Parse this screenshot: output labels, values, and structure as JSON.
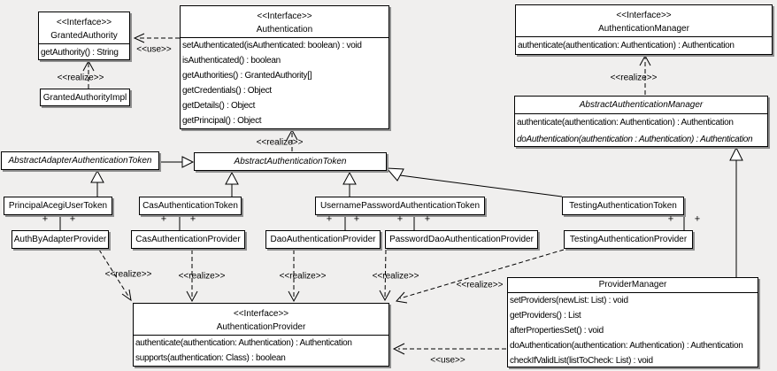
{
  "classes": {
    "granted_authority": {
      "stereotype": "<<Interface>>",
      "name": "GrantedAuthority",
      "methods": [
        "getAuthority() : String"
      ]
    },
    "granted_authority_impl": {
      "name": "GrantedAuthorityImpl"
    },
    "authentication": {
      "stereotype": "<<Interface>>",
      "name": "Authentication",
      "methods": [
        "setAuthenticated(isAuthenticated: boolean) : void",
        "isAuthenticated() : boolean",
        "getAuthorities() : GrantedAuthority[]",
        "getCredentials() : Object",
        "getDetails() : Object",
        "getPrincipal() : Object"
      ]
    },
    "authentication_manager": {
      "stereotype": "<<Interface>>",
      "name": "AuthenticationManager",
      "methods": [
        "authenticate(authentication: Authentication) : Authentication"
      ]
    },
    "abstract_authentication_manager": {
      "name": "AbstractAuthenticationManager",
      "methods": [
        "authenticate(authentication: Authentication) : Authentication",
        "doAuthentication(authentication : Authentication) : Authentication"
      ]
    },
    "abstract_adapter_authentication_token": {
      "name": "AbstractAdapterAuthenticationToken"
    },
    "abstract_authentication_token": {
      "name": "AbstractAuthenticationToken"
    },
    "principal_acegi_user_token": {
      "name": "PrincipalAcegiUserToken"
    },
    "cas_authentication_token": {
      "name": "CasAuthenticationToken"
    },
    "username_password_authentication_token": {
      "name": "UsernamePasswordAuthenticationToken"
    },
    "testing_authentication_token": {
      "name": "TestingAuthenticationToken"
    },
    "auth_by_adapter_provider": {
      "name": "AuthByAdapterProvider"
    },
    "cas_authentication_provider": {
      "name": "CasAuthenticationProvider"
    },
    "dao_authentication_provider": {
      "name": "DaoAuthenticationProvider"
    },
    "password_dao_authentication_provider": {
      "name": "PasswordDaoAuthenticationProvider"
    },
    "testing_authentication_provider": {
      "name": "TestingAuthenticationProvider"
    },
    "authentication_provider": {
      "stereotype": "<<Interface>>",
      "name": "AuthenticationProvider",
      "methods": [
        "authenticate(authentication: Authentication) : Authentication",
        "supports(authentication: Class) : boolean"
      ]
    },
    "provider_manager": {
      "name": "ProviderManager",
      "methods": [
        "setProviders(newList: List) : void",
        "getProviders() : List",
        "afterPropertiesSet() : void",
        "doAuthentication(authentication: Authentication) : Authentication",
        "checkIfValidList(listToCheck: List) : void"
      ]
    }
  },
  "edge_labels": {
    "realize": "<<realize>>",
    "use": "<<use>>",
    "plus": "+"
  },
  "colors": {
    "background": "#f0efee",
    "box_fill": "#ffffff",
    "box_border": "#000000",
    "box_shadow": "#8f8f8f",
    "line": "#000000"
  }
}
